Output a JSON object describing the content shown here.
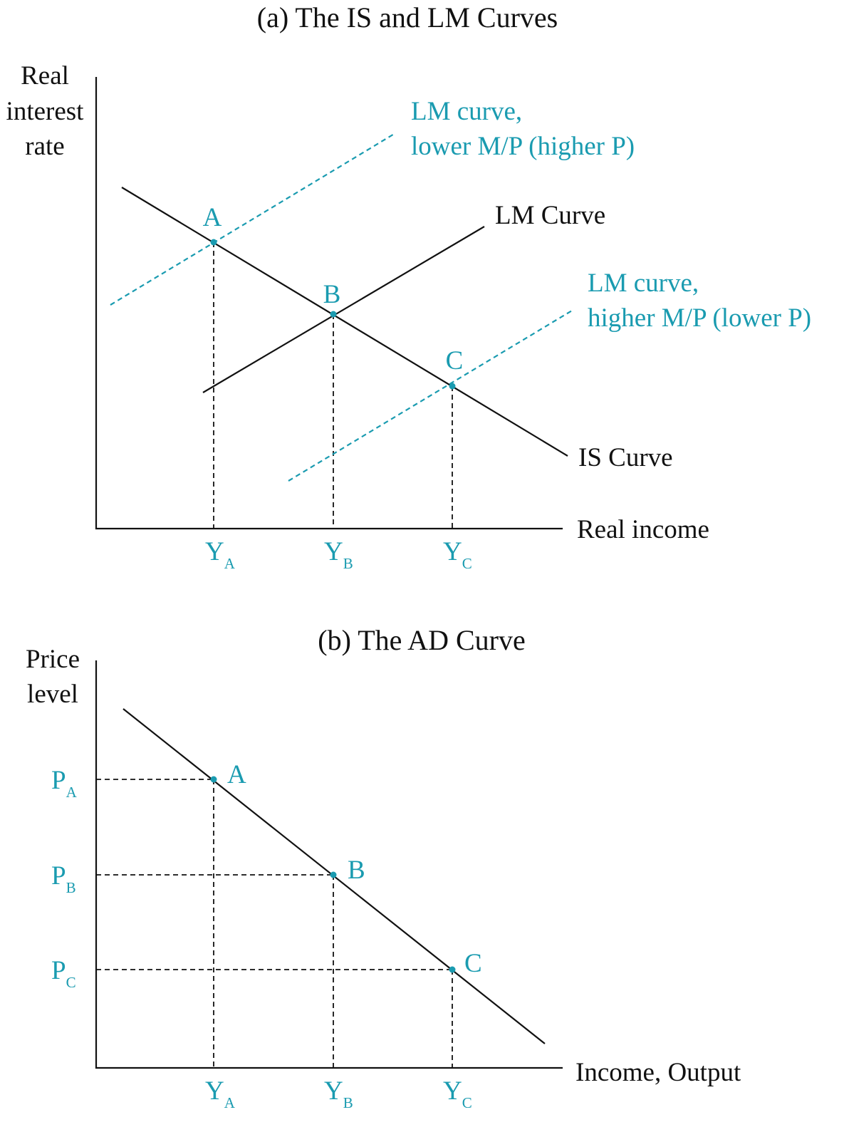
{
  "colors": {
    "text": "#111111",
    "accent": "#1a9bb0"
  },
  "panel_a": {
    "title": "(a) The IS and LM Curves",
    "y_axis_label": [
      "Real",
      "interest",
      "rate"
    ],
    "x_axis_label": "Real income",
    "lm_curve_label": "LM Curve",
    "is_curve_label": "IS Curve",
    "lm_lower_label": [
      "LM curve,",
      "lower M/P (higher P)"
    ],
    "lm_higher_label": [
      "LM curve,",
      "higher M/P (lower P)"
    ],
    "points": [
      "A",
      "B",
      "C"
    ],
    "x_ticks": [
      {
        "main": "Y",
        "sub": "A"
      },
      {
        "main": "Y",
        "sub": "B"
      },
      {
        "main": "Y",
        "sub": "C"
      }
    ]
  },
  "panel_b": {
    "title": "(b) The AD Curve",
    "y_axis_label": [
      "Price",
      "level"
    ],
    "x_axis_label": "Income, Output",
    "points": [
      "A",
      "B",
      "C"
    ],
    "y_ticks": [
      {
        "main": "P",
        "sub": "A"
      },
      {
        "main": "P",
        "sub": "B"
      },
      {
        "main": "P",
        "sub": "C"
      }
    ],
    "x_ticks": [
      {
        "main": "Y",
        "sub": "A"
      },
      {
        "main": "Y",
        "sub": "B"
      },
      {
        "main": "Y",
        "sub": "C"
      }
    ]
  }
}
